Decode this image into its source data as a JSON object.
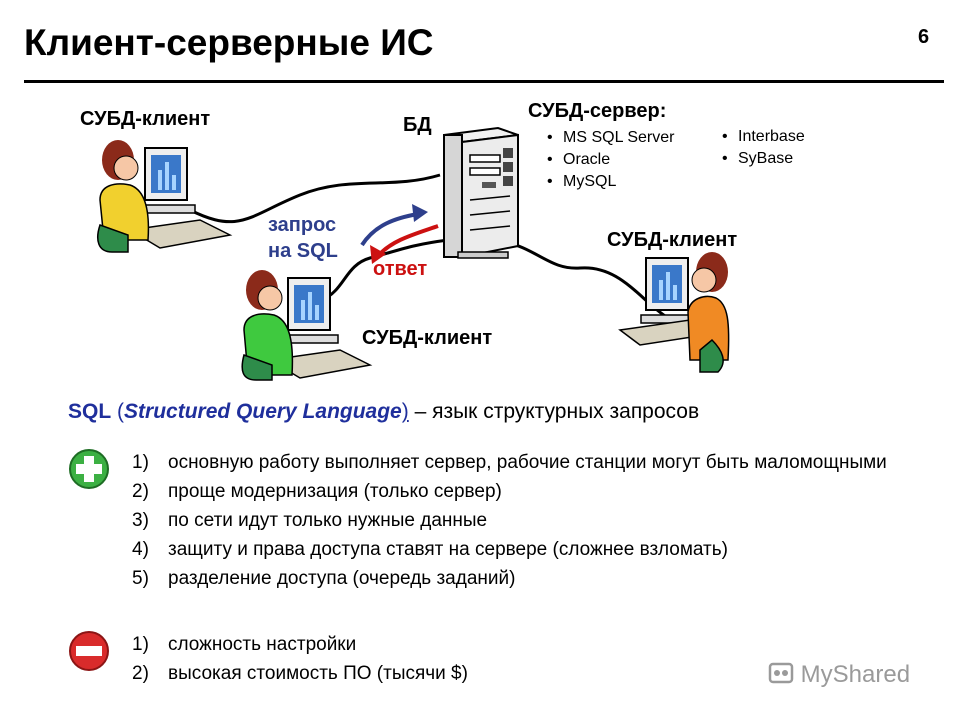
{
  "title": "Клиент-серверные ИС",
  "slide_number": "6",
  "diagram": {
    "client_top_left_label": "СУБД-клиент",
    "db_label": "БД",
    "server_label": "СУБД-сервер:",
    "server_products_col1": [
      "MS SQL Server",
      "Oracle",
      "MySQL"
    ],
    "server_products_col2": [
      "Interbase",
      "SyBase"
    ],
    "query_label_line1": "запрос",
    "query_label_line2": "на SQL",
    "answer_label": "ответ",
    "client_right_label": "СУБД-клиент",
    "client_bottom_label": "СУБД-клиент"
  },
  "sql_definition": {
    "sql": "SQL",
    "open_paren": "(",
    "expansion": "Structured Query Language",
    "close_paren": ")",
    "rest": " – язык структурных запросов"
  },
  "pros": [
    {
      "num": "1)",
      "text": "основную работу выполняет сервер, рабочие станции могут быть маломощными"
    },
    {
      "num": "2)",
      "text": "проще модернизация (только сервер)"
    },
    {
      "num": "3)",
      "text": "по сети идут только нужные данные"
    },
    {
      "num": "4)",
      "text": "защиту и права доступа ставят на сервере (сложнее взломать)"
    },
    {
      "num": "5)",
      "text": "разделение доступа (очередь заданий)"
    }
  ],
  "cons": [
    {
      "num": "1)",
      "text": "сложность настройки"
    },
    {
      "num": "2)",
      "text": "высокая стоимость ПО (тысячи $)"
    }
  ],
  "watermark": "MyShared",
  "colors": {
    "query_arrow": "#2e3f8c",
    "answer_arrow": "#cc1111",
    "plus_icon": "#3cb043",
    "minus_icon": "#d92b2b"
  }
}
